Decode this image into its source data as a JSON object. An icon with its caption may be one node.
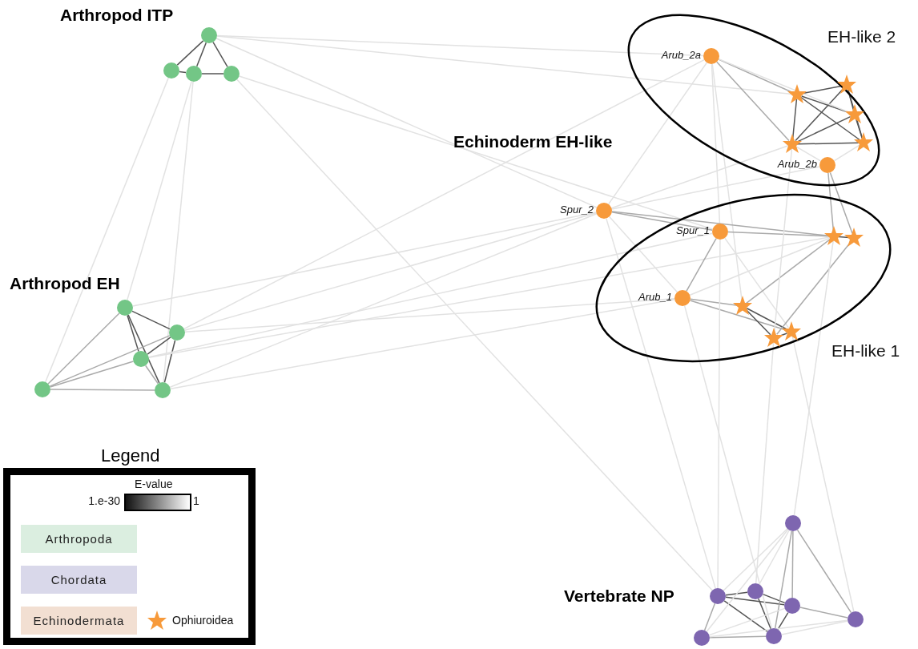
{
  "diagram": {
    "nodes": [
      {
        "text": [],
        "shape": "circle"
      },
      {
        "text": [],
        "shape": "circle"
      },
      {
        "text": [],
        "shape": "circle"
      },
      {
        "text": [],
        "shape": "circle"
      },
      {
        "text": [
          "EH-like 2"
        ]
      },
      {
        "text": [],
        "shape": "circle",
        "beside": [
          "Arub_2a"
        ],
        "in": 4
      },
      {
        "text": [],
        "shape": "star",
        "in": 4
      },
      {
        "text": [],
        "shape": "star",
        "in": 4
      },
      {
        "text": [],
        "shape": "star",
        "in": 4
      },
      {
        "text": [],
        "shape": "star",
        "in": 4
      },
      {
        "text": [],
        "shape": "star",
        "in": 4
      },
      {
        "text": [],
        "shape": "circle",
        "beside": [
          "Arub_2b"
        ],
        "in": 4
      },
      {
        "text": [],
        "shape": "circle",
        "beside": [
          "Spur_2"
        ]
      },
      {
        "text": [
          "EH-like 1"
        ]
      },
      {
        "text": [],
        "shape": "circle",
        "beside": [
          "Spur_1"
        ],
        "in": 13
      },
      {
        "text": [],
        "shape": "star",
        "in": 13
      },
      {
        "text": [],
        "shape": "star",
        "in": 13
      },
      {
        "text": [],
        "shape": "circle",
        "beside": [
          "Arub_1"
        ],
        "in": 13
      },
      {
        "text": [],
        "shape": "star",
        "in": 13
      },
      {
        "text": [],
        "shape": "star",
        "in": 13
      },
      {
        "text": [],
        "shape": "star",
        "in": 13
      },
      {
        "text": [],
        "shape": "circle"
      },
      {
        "text": [],
        "shape": "circle"
      },
      {
        "text": [],
        "shape": "circle"
      },
      {
        "text": [],
        "shape": "circle"
      },
      {
        "text": [],
        "shape": "circle"
      },
      {
        "text": [],
        "shape": "circle"
      },
      {
        "text": [],
        "shape": "circle"
      },
      {
        "text": [],
        "shape": "circle"
      },
      {
        "text": [],
        "shape": "circle"
      },
      {
        "text": [],
        "shape": "circle"
      },
      {
        "text": [],
        "shape": "circle"
      },
      {
        "text": [],
        "shape": "circle"
      }
    ],
    "edges": [
      {
        "from": 0,
        "to": 1,
        "arrow": "none",
        "color": "#555555"
      },
      {
        "from": 0,
        "to": 2,
        "arrow": "none",
        "color": "#555555"
      },
      {
        "from": 0,
        "to": 3,
        "arrow": "none",
        "color": "#555555"
      },
      {
        "from": 1,
        "to": 2,
        "arrow": "none",
        "color": "#555555"
      },
      {
        "from": 2,
        "to": 3,
        "arrow": "none",
        "color": "#555555"
      },
      {
        "from": 0,
        "to": 5,
        "arrow": "none"
      },
      {
        "from": 0,
        "to": 12,
        "arrow": "none"
      },
      {
        "from": 3,
        "to": 14,
        "arrow": "none"
      },
      {
        "from": 1,
        "to": 24,
        "arrow": "none"
      },
      {
        "from": 2,
        "to": 25,
        "arrow": "none"
      },
      {
        "from": 3,
        "to": 28,
        "arrow": "none"
      },
      {
        "from": 0,
        "to": 7,
        "arrow": "none"
      },
      {
        "from": 2,
        "to": 21,
        "arrow": "none"
      },
      {
        "from": 21,
        "to": 22,
        "arrow": "none",
        "color": "#555555"
      },
      {
        "from": 21,
        "to": 23,
        "arrow": "none",
        "color": "#555555"
      },
      {
        "from": 21,
        "to": 25,
        "arrow": "none",
        "color": "#555555"
      },
      {
        "from": 22,
        "to": 23,
        "arrow": "none",
        "color": "#555555"
      },
      {
        "from": 22,
        "to": 25,
        "arrow": "none",
        "color": "#555555"
      },
      {
        "from": 23,
        "to": 25,
        "arrow": "none",
        "color": "#aaaaaa"
      },
      {
        "from": 24,
        "to": 21,
        "arrow": "none",
        "color": "#aaaaaa"
      },
      {
        "from": 24,
        "to": 22,
        "arrow": "none",
        "color": "#aaaaaa"
      },
      {
        "from": 24,
        "to": 23,
        "arrow": "none",
        "color": "#aaaaaa"
      },
      {
        "from": 24,
        "to": 25,
        "arrow": "none",
        "color": "#aaaaaa"
      },
      {
        "from": 21,
        "to": 12,
        "arrow": "none"
      },
      {
        "from": 22,
        "to": 12,
        "arrow": "none"
      },
      {
        "from": 22,
        "to": 17,
        "arrow": "none"
      },
      {
        "from": 23,
        "to": 14,
        "arrow": "none"
      },
      {
        "from": 25,
        "to": 17,
        "arrow": "none"
      },
      {
        "from": 22,
        "to": 5,
        "arrow": "none"
      },
      {
        "from": 23,
        "to": 15,
        "arrow": "none"
      },
      {
        "from": 25,
        "to": 12,
        "arrow": "none"
      },
      {
        "from": 6,
        "to": 7,
        "arrow": "none",
        "color": "#555555"
      },
      {
        "from": 6,
        "to": 8,
        "arrow": "none",
        "color": "#555555"
      },
      {
        "from": 6,
        "to": 9,
        "arrow": "none",
        "color": "#555555"
      },
      {
        "from": 6,
        "to": 10,
        "arrow": "none",
        "color": "#555555"
      },
      {
        "from": 7,
        "to": 8,
        "arrow": "none",
        "color": "#555555"
      },
      {
        "from": 7,
        "to": 9,
        "arrow": "none",
        "color": "#555555"
      },
      {
        "from": 7,
        "to": 10,
        "arrow": "none",
        "color": "#555555"
      },
      {
        "from": 8,
        "to": 9,
        "arrow": "none",
        "color": "#555555"
      },
      {
        "from": 8,
        "to": 10,
        "arrow": "none",
        "color": "#555555"
      },
      {
        "from": 9,
        "to": 10,
        "arrow": "none",
        "color": "#555555"
      },
      {
        "from": 5,
        "to": 7,
        "arrow": "none",
        "color": "#aaaaaa"
      },
      {
        "from": 5,
        "to": 8,
        "arrow": "none"
      },
      {
        "from": 5,
        "to": 10,
        "arrow": "none",
        "color": "#aaaaaa"
      },
      {
        "from": 5,
        "to": 14,
        "arrow": "none"
      },
      {
        "from": 5,
        "to": 18,
        "arrow": "none"
      },
      {
        "from": 11,
        "to": 15,
        "arrow": "none",
        "color": "#aaaaaa"
      },
      {
        "from": 11,
        "to": 16,
        "arrow": "none",
        "color": "#aaaaaa"
      },
      {
        "from": 11,
        "to": 9,
        "arrow": "none"
      },
      {
        "from": 11,
        "to": 10,
        "arrow": "none"
      },
      {
        "from": 12,
        "to": 5,
        "arrow": "none"
      },
      {
        "from": 12,
        "to": 10,
        "arrow": "none"
      },
      {
        "from": 12,
        "to": 11,
        "arrow": "none"
      },
      {
        "from": 14,
        "to": 17,
        "arrow": "none",
        "color": "#aaaaaa"
      },
      {
        "from": 14,
        "to": 15,
        "arrow": "none",
        "color": "#aaaaaa"
      },
      {
        "from": 15,
        "to": 16,
        "arrow": "none",
        "color": "#555555"
      },
      {
        "from": 17,
        "to": 18,
        "arrow": "none",
        "color": "#aaaaaa"
      },
      {
        "from": 17,
        "to": 19,
        "arrow": "none",
        "color": "#aaaaaa"
      },
      {
        "from": 18,
        "to": 20,
        "arrow": "none",
        "color": "#555555"
      },
      {
        "from": 18,
        "to": 19,
        "arrow": "none",
        "color": "#555555"
      },
      {
        "from": 19,
        "to": 20,
        "arrow": "none",
        "color": "#555555"
      },
      {
        "from": 14,
        "to": 19,
        "arrow": "none"
      },
      {
        "from": 18,
        "to": 15,
        "arrow": "none",
        "color": "#aaaaaa"
      },
      {
        "from": 12,
        "to": 14,
        "arrow": "none",
        "color": "#aaaaaa"
      },
      {
        "from": 12,
        "to": 17,
        "arrow": "none"
      },
      {
        "from": 12,
        "to": 15,
        "arrow": "none",
        "color": "#aaaaaa"
      },
      {
        "from": 17,
        "to": 15,
        "arrow": "none"
      },
      {
        "from": 10,
        "to": 20,
        "arrow": "none"
      },
      {
        "from": 16,
        "to": 20,
        "arrow": "none",
        "color": "#aaaaaa"
      },
      {
        "from": 28,
        "to": 27,
        "arrow": "none",
        "color": "#555555"
      },
      {
        "from": 28,
        "to": 29,
        "arrow": "none",
        "color": "#555555"
      },
      {
        "from": 27,
        "to": 29,
        "arrow": "none",
        "color": "#555555"
      },
      {
        "from": 28,
        "to": 31,
        "arrow": "none",
        "color": "#555555"
      },
      {
        "from": 27,
        "to": 31,
        "arrow": "none",
        "color": "#555555"
      },
      {
        "from": 29,
        "to": 31,
        "arrow": "none",
        "color": "#555555"
      },
      {
        "from": 26,
        "to": 30,
        "arrow": "none",
        "color": "#aaaaaa"
      },
      {
        "from": 26,
        "to": 28,
        "arrow": "none"
      },
      {
        "from": 26,
        "to": 32,
        "arrow": "none"
      },
      {
        "from": 26,
        "to": 29,
        "arrow": "none",
        "color": "#aaaaaa"
      },
      {
        "from": 26,
        "to": 31,
        "arrow": "none",
        "color": "#aaaaaa"
      },
      {
        "from": 32,
        "to": 28,
        "arrow": "none",
        "color": "#aaaaaa"
      },
      {
        "from": 32,
        "to": 31,
        "arrow": "none",
        "color": "#aaaaaa"
      },
      {
        "from": 32,
        "to": 29,
        "arrow": "none"
      },
      {
        "from": 30,
        "to": 31,
        "arrow": "none"
      },
      {
        "from": 26,
        "to": 27,
        "arrow": "none"
      },
      {
        "from": 29,
        "to": 30,
        "arrow": "none",
        "color": "#aaaaaa"
      },
      {
        "from": 30,
        "to": 32,
        "arrow": "none"
      },
      {
        "from": 14,
        "to": 28,
        "arrow": "none"
      },
      {
        "from": 17,
        "to": 31,
        "arrow": "none"
      },
      {
        "from": 20,
        "to": 27,
        "arrow": "none"
      },
      {
        "from": 19,
        "to": 30,
        "arrow": "none"
      },
      {
        "from": 12,
        "to": 28,
        "arrow": "none"
      },
      {
        "from": 15,
        "to": 26,
        "arrow": "none"
      }
    ],
    "labels": [
      "Arthropod ITP",
      "Echinoderm EH-like",
      "Arthropod EH",
      "Vertebrate NP",
      "Legend",
      "E-value",
      "1.e-30",
      "1"
    ],
    "legend": [
      {
        "text": "Arthropoda",
        "color": "#dbeee0"
      },
      {
        "text": "Chordata",
        "color": "#d9d8ea"
      },
      {
        "text": "Echinodermata",
        "color": "#f2dfd2"
      },
      {
        "text": "Ophiuroidea"
      }
    ]
  }
}
